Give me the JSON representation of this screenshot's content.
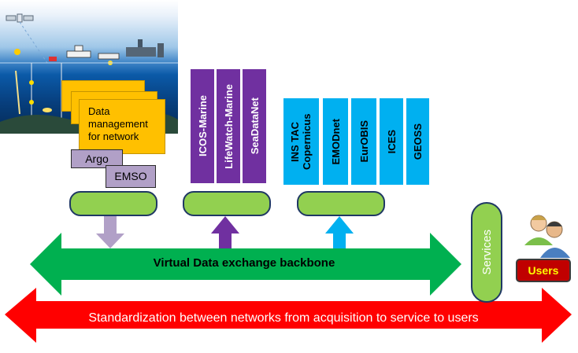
{
  "colors": {
    "yellow": "#ffc000",
    "lavender": "#b1a0c7",
    "purple": "#7030a0",
    "cyan": "#00b0f0",
    "green": "#00b050",
    "light_green": "#92d050",
    "red": "#ff0000",
    "dark_red": "#c00000"
  },
  "networks": {
    "front_label": "Data management for network",
    "tags": [
      "Argo",
      "EMSO"
    ]
  },
  "research_infra": [
    "ICOS-Marine",
    "LifeWatch-Marine",
    "SeaDataNet"
  ],
  "services_group": [
    "INS TAC Copernicus",
    "EMODnet",
    "EurOBIS",
    "ICES",
    "GEOSS"
  ],
  "backbone": {
    "label": "Virtual Data exchange backbone"
  },
  "services": {
    "label": "Services"
  },
  "users": {
    "label": "Users"
  },
  "standardization": {
    "label": "Standardization  between networks  from acquisition to service to users"
  },
  "icons": [
    "ocean-observing-system-illustration",
    "users-icon"
  ]
}
